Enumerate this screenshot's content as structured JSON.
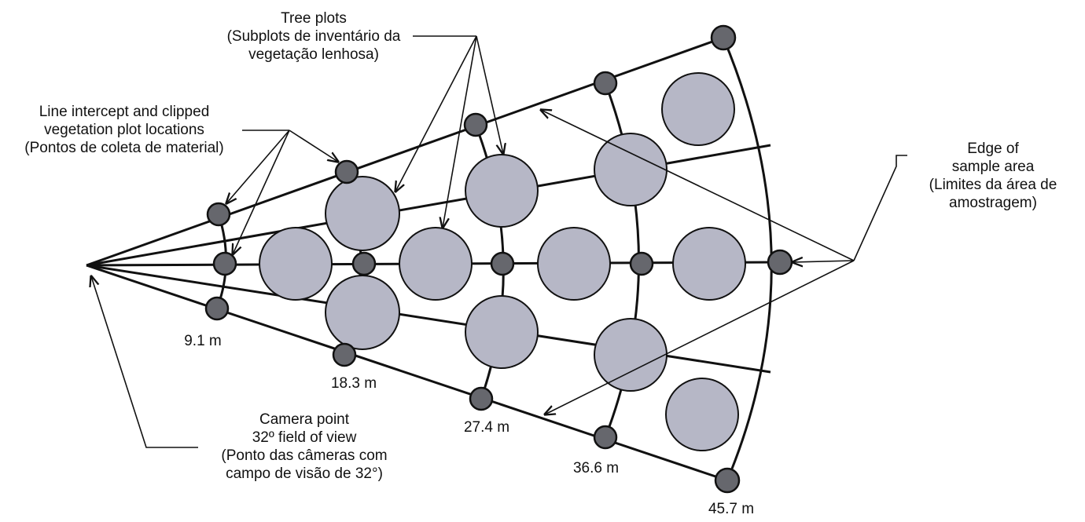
{
  "labels": {
    "tree_plots": [
      "Tree plots",
      "(Subplots de inventário da",
      "vegetação lenhosa)"
    ],
    "line_intercept": [
      "Line intercept and clipped",
      "vegetation plot locations",
      "(Pontos de coleta de material)"
    ],
    "edge": [
      "Edge of",
      "sample area",
      "(Limites da área de",
      "amostragem)"
    ],
    "camera": [
      "Camera point",
      "32º field of view",
      "(Ponto das câmeras com",
      "campo de visão de 32°)"
    ]
  },
  "distances": [
    "9.1 m",
    "18.3 m",
    "27.4 m",
    "36.6 m",
    "45.7 m"
  ],
  "colors": {
    "line": "#111111",
    "point_fill": "#66676d",
    "plot_fill": "#b6b7c6",
    "background": "#ffffff"
  }
}
